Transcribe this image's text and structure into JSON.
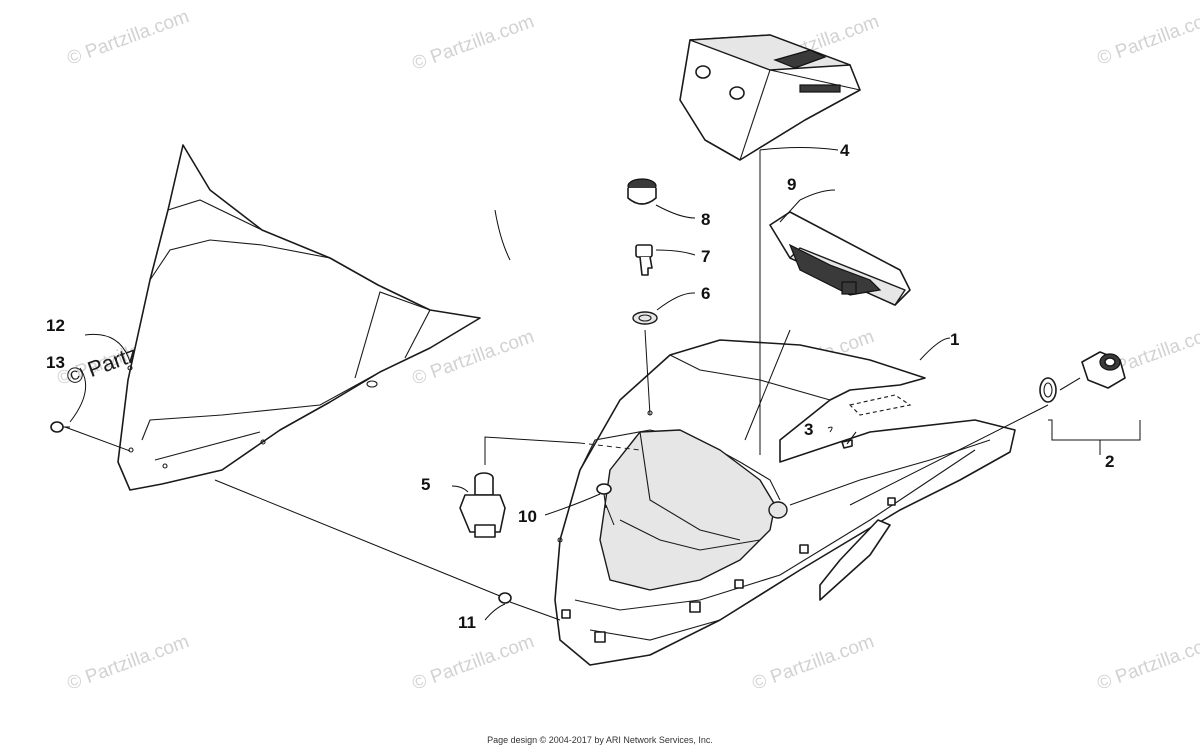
{
  "watermark": "© Partzilla.com",
  "footer_text": "Page design © 2004-2017 by ARI Network Services, Inc.",
  "callouts": [
    "1",
    "2",
    "3",
    "4",
    "5",
    "6",
    "7",
    "8",
    "9",
    "10",
    "11",
    "12",
    "13"
  ]
}
